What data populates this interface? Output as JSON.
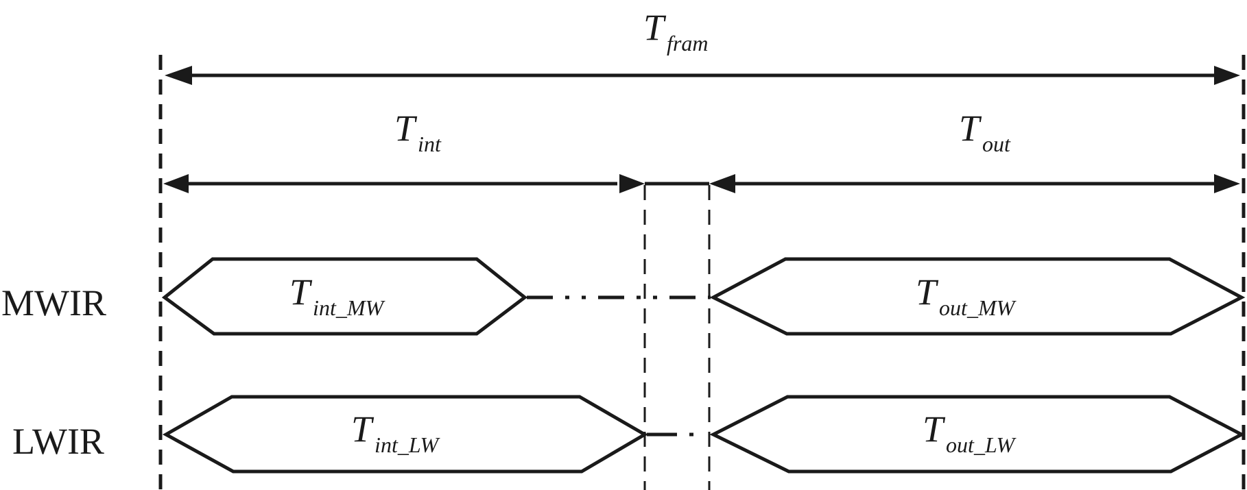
{
  "diagram": {
    "type": "timing-diagram",
    "color": "#1a1a1a",
    "spans": {
      "frame": {
        "symbol": "T",
        "subscript": "fram"
      },
      "integration": {
        "symbol": "T",
        "subscript": "int"
      },
      "output": {
        "symbol": "T",
        "subscript": "out"
      }
    },
    "rows": [
      {
        "label": "MWIR",
        "phases": [
          {
            "symbol": "T",
            "subscript": "int_MW"
          },
          {
            "symbol": "T",
            "subscript": "out_MW"
          }
        ]
      },
      {
        "label": "LWIR",
        "phases": [
          {
            "symbol": "T",
            "subscript": "int_LW"
          },
          {
            "symbol": "T",
            "subscript": "out_LW"
          }
        ]
      }
    ]
  }
}
